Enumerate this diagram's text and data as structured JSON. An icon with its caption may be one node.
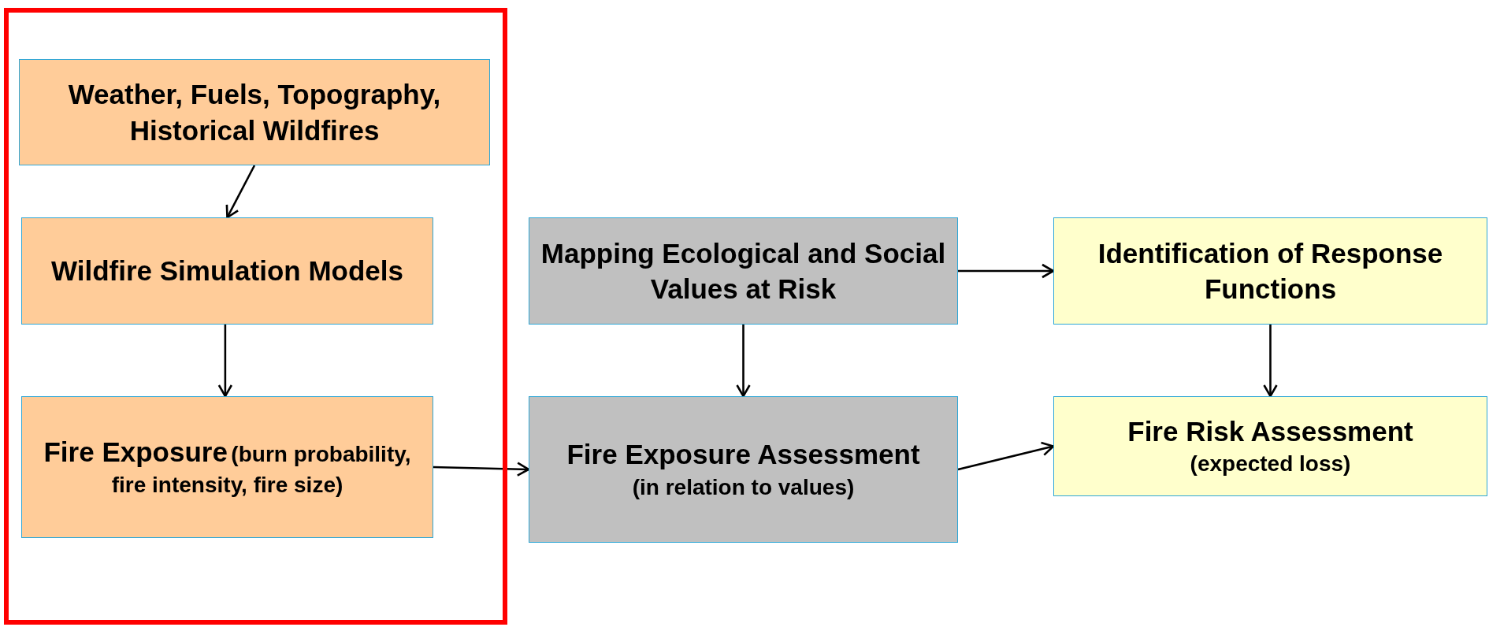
{
  "diagram": {
    "nodes": [
      {
        "text": [],
        "shape": "box"
      },
      {
        "text": [
          "Weather, Fuels, Topography, Historical Wildfires"
        ],
        "in": 0
      },
      {
        "text": [
          "Wildfire Simulation Models"
        ],
        "in": 0
      },
      {
        "text": [
          "Fire Exposure",
          "(burn probability, fire intensity, fire size)"
        ],
        "in": 0
      },
      {
        "text": [
          "Mapping Ecological and Social Values at Risk"
        ]
      },
      {
        "text": [
          "Fire Exposure Assessment",
          "(in relation to values)"
        ]
      },
      {
        "text": [
          "Identification of Response Functions"
        ]
      },
      {
        "text": [
          "Fire Risk Assessment",
          "(expected loss)"
        ]
      }
    ],
    "edges": [
      {
        "from": 1,
        "to": 2,
        "arrow": "to"
      },
      {
        "from": 2,
        "to": 3,
        "arrow": "to"
      },
      {
        "from": 3,
        "to": 5,
        "arrow": "to"
      },
      {
        "from": 4,
        "to": 6,
        "arrow": "to"
      },
      {
        "from": 4,
        "to": 5,
        "arrow": "to"
      },
      {
        "from": 6,
        "to": 7,
        "arrow": "to"
      },
      {
        "from": 5,
        "to": 7,
        "arrow": "to"
      }
    ]
  }
}
